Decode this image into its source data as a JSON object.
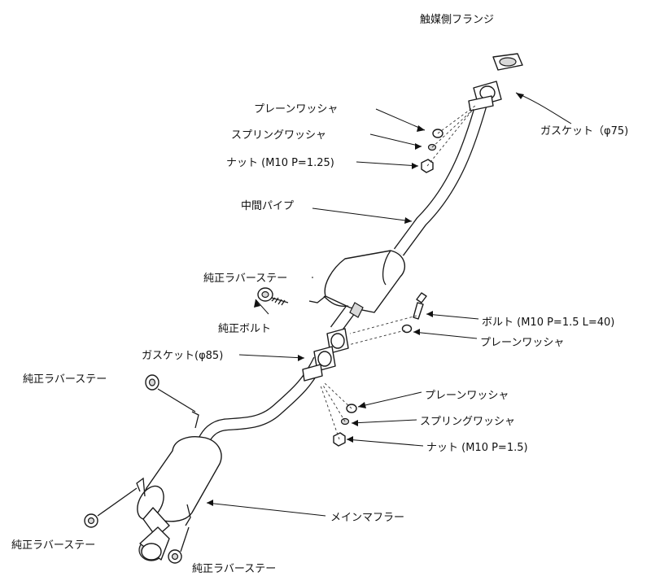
{
  "labels": {
    "catalyst_flange": "触媒側フランジ",
    "plain_washer_top": "プレーンワッシャ",
    "spring_washer_top": "スプリングワッシャ",
    "nut_top": "ナット (M10 P=1.25)",
    "gasket_75": "ガスケット（φ75)",
    "center_pipe": "中間パイプ",
    "rubber_stay_center": "純正ラバーステー",
    "oem_bolt": "純正ボルト",
    "gasket_85": "ガスケット(φ85)",
    "rubber_stay_left": "純正ラバーステー",
    "bolt": "ボルト (M10 P=1.5 L=40)",
    "plain_washer_mid": "プレーンワッシャ",
    "plain_washer_low": "プレーンワッシャ",
    "spring_washer_low": "スプリングワッシャ",
    "nut_low": "ナット (M10 P=1.5)",
    "main_muffler": "メインマフラー",
    "rubber_stay_bottom_left": "純正ラバーステー",
    "rubber_stay_bottom_right": "純正ラバーステー"
  },
  "colors": {
    "line": "#1a1a1a",
    "text": "#111111",
    "background": "#ffffff"
  }
}
